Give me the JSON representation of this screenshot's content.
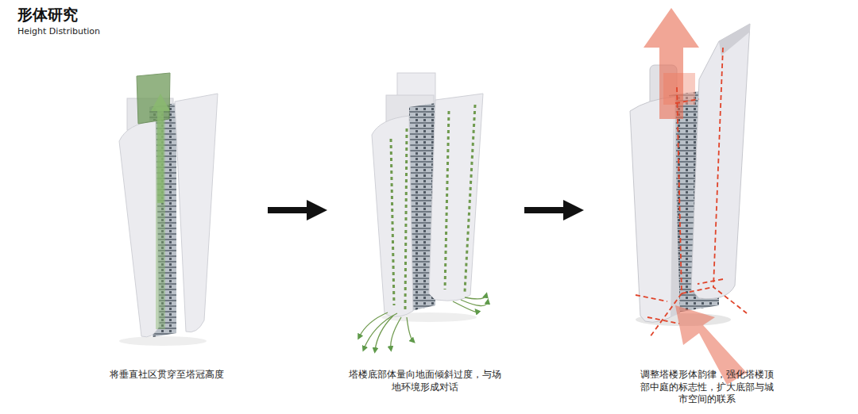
{
  "diagram": {
    "title": "形体研究",
    "labels": [
      "Height Distribution",
      "将垂直社区贯穿至塔冠高度",
      "塔楼底部体量向地面倾斜过度，与场 地环境形成对话",
      "调整塔楼形体韵律，强化塔楼顶 部中庭的标志性，扩大底部与城 市空间的联系"
    ]
  }
}
